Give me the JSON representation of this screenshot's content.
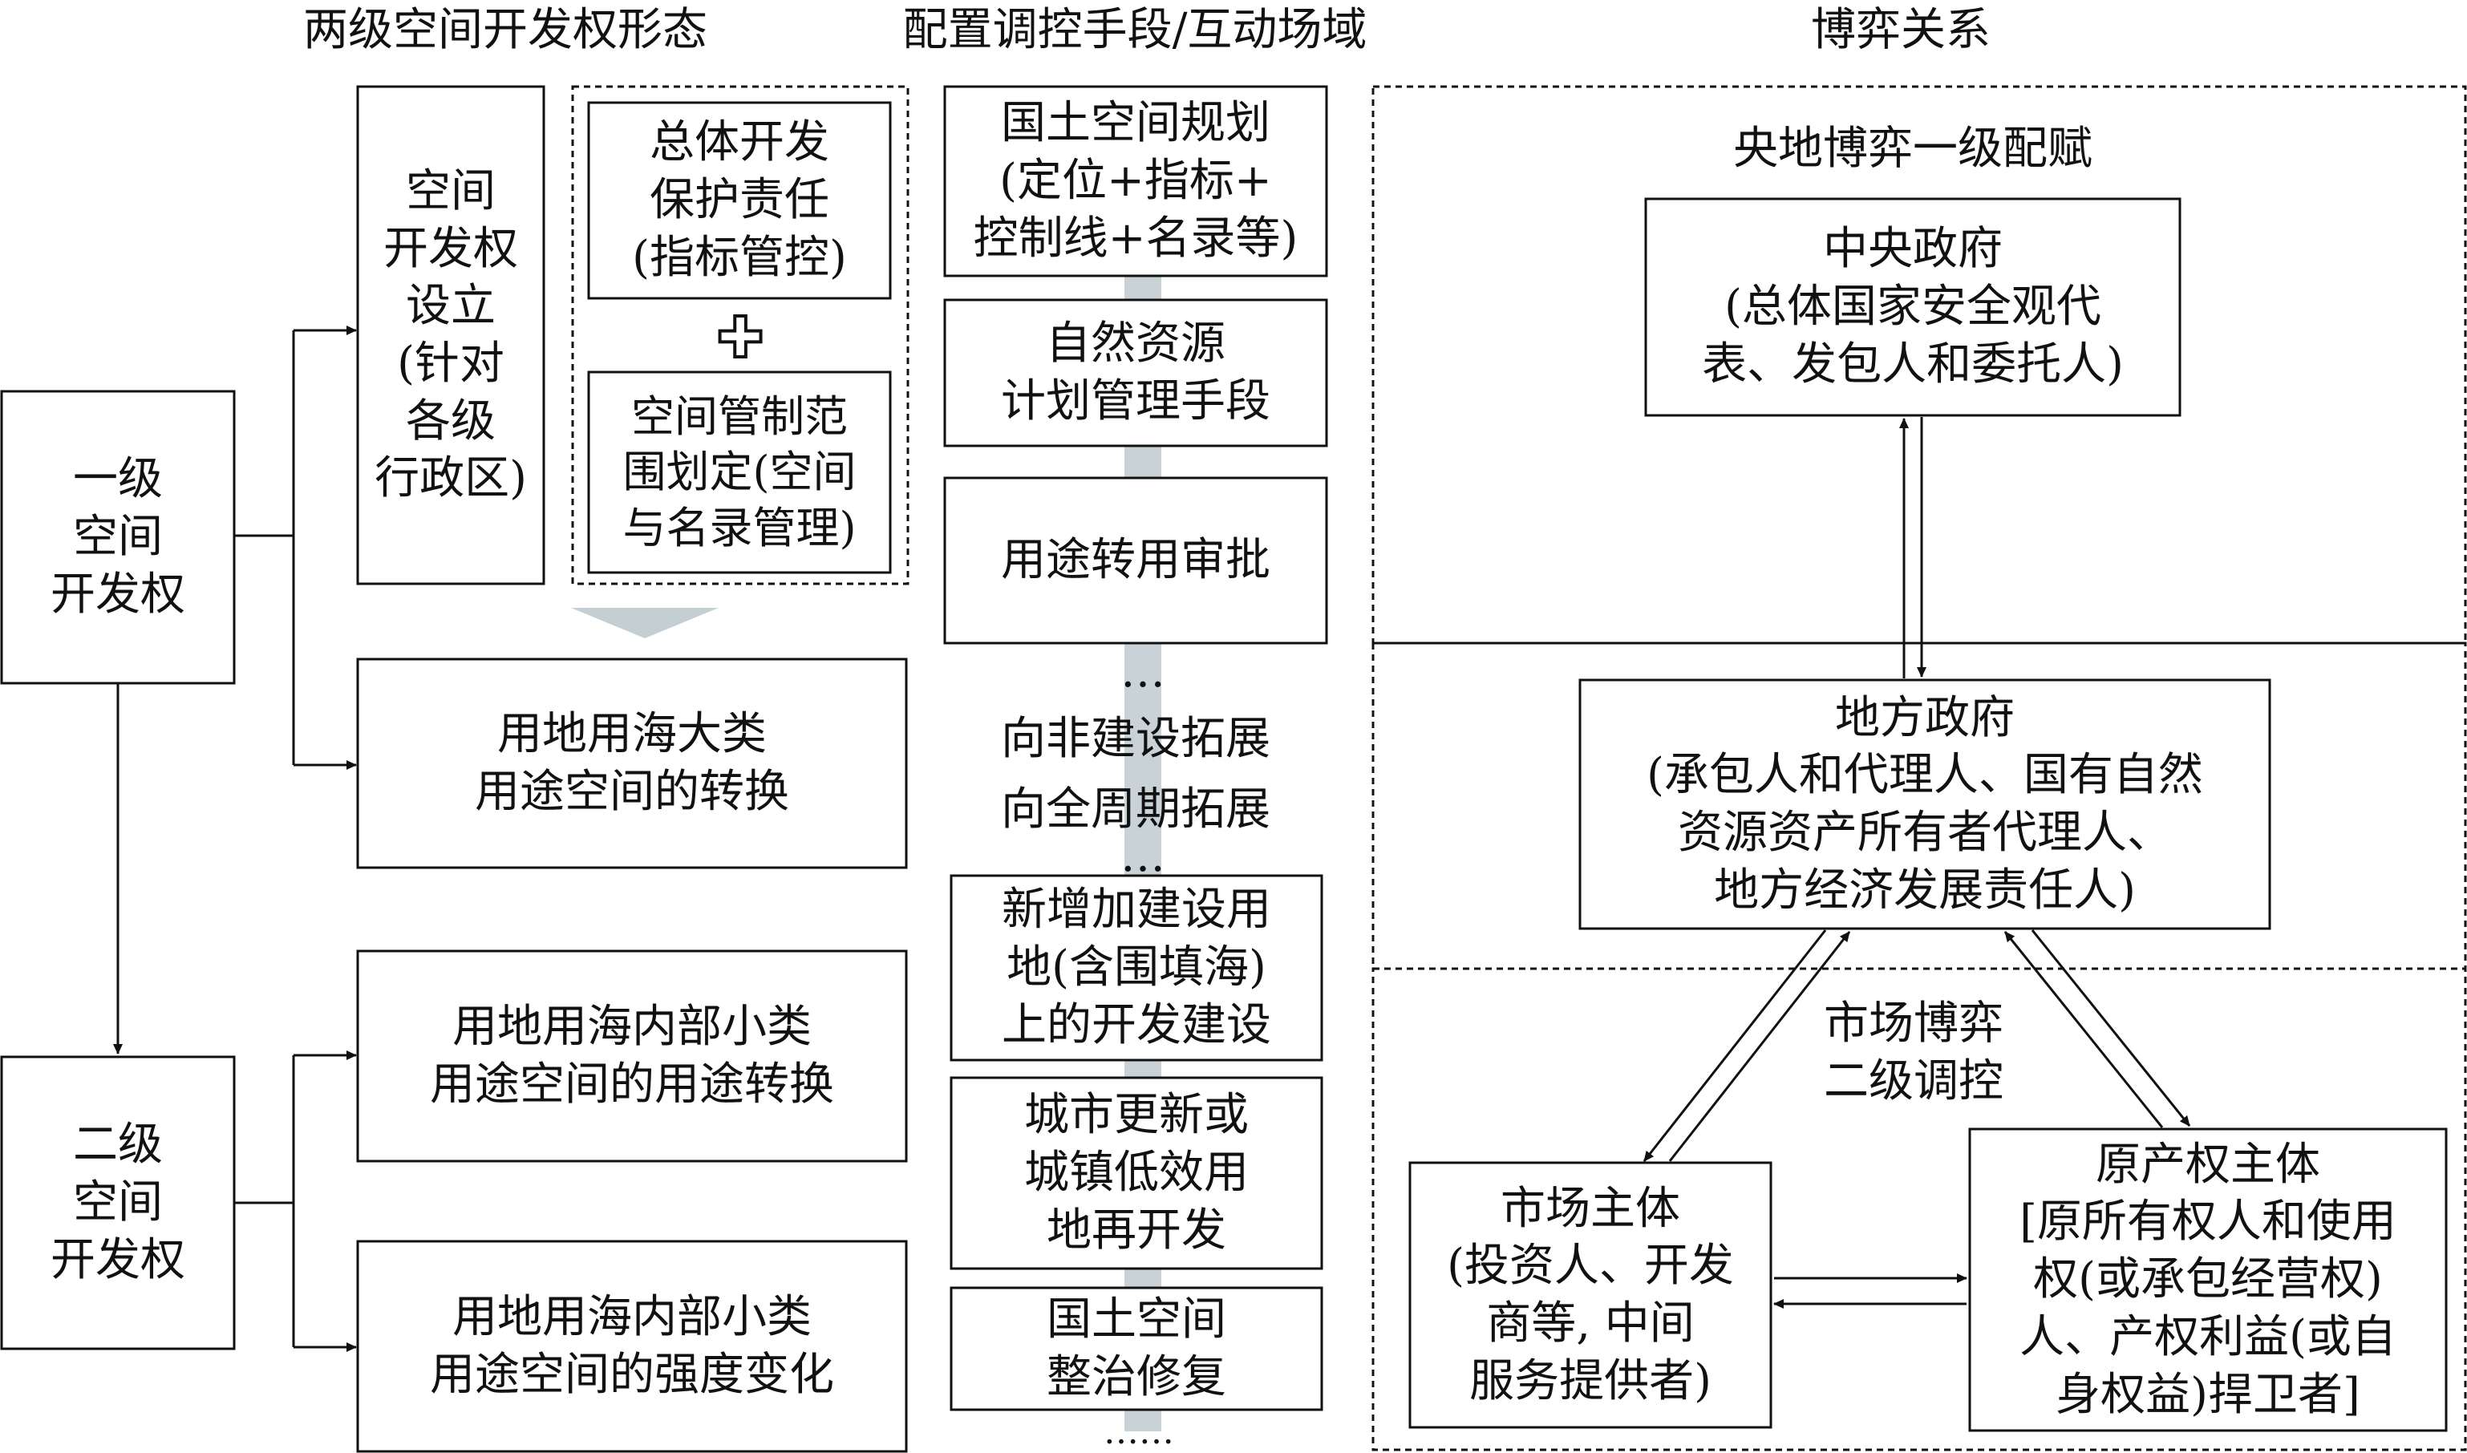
{
  "headers": {
    "forms": "两级空间开发权形态",
    "means": "配置调控手段/互动场域",
    "game": "博弈关系"
  },
  "left": {
    "level1": "一级\n空间\n开发权",
    "level2": "二级\n空间\n开发权"
  },
  "forms": {
    "establish": "空间\n开发权\n设立\n(针对\n各级\n行政区)",
    "responsibility": "总体开发\n保护责任\n(指标管控)",
    "delimit": "空间管制范\n围划定(空间\n与名录管理)",
    "plus_symbol": "✚",
    "land_sea_major": "用地用海大类\n用途空间的转换",
    "land_sea_minor_use": "用地用海内部小类\n用途空间的用途转换",
    "land_sea_minor_intensity": "用地用海内部小类\n用途空间的强度变化"
  },
  "means": {
    "planning": "国土空间规划\n(定位+指标+\n控制线+名录等)",
    "natural_resources": "自然资源\n计划管理手段",
    "approval": "用途转用审批",
    "ellipsis_top": "…",
    "extend_nonconstruction": "向非建设拓展",
    "extend_full_cycle": "向全周期拓展",
    "ellipsis_mid": "…",
    "new_construction": "新增加建设用\n地(含围填海)\n上的开发建设",
    "urban_renewal": "城市更新或\n城镇低效用\n地再开发",
    "remediation": "国土空间\n整治修复",
    "ellipsis_bottom": "……"
  },
  "game": {
    "central_local_title": "央地博弈一级配赋",
    "central_gov": "中央政府\n(总体国家安全观代\n表、发包人和委托人)",
    "local_gov": "地方政府\n(承包人和代理人、国有自然\n资源资产所有者代理人、\n地方经济发展责任人)",
    "market_game_title": "市场博弈\n二级调控",
    "market_subject": "市场主体\n(投资人、开发\n商等, 中间\n服务提供者)",
    "original_owner": "原产权主体\n[原所有权人和使用\n权(或承包经营权)\n人、产权利益(或自\n身权益)捍卫者]"
  },
  "colors": {
    "line": "#111111",
    "band": "#c9d2d6",
    "background": "#ffffff"
  }
}
